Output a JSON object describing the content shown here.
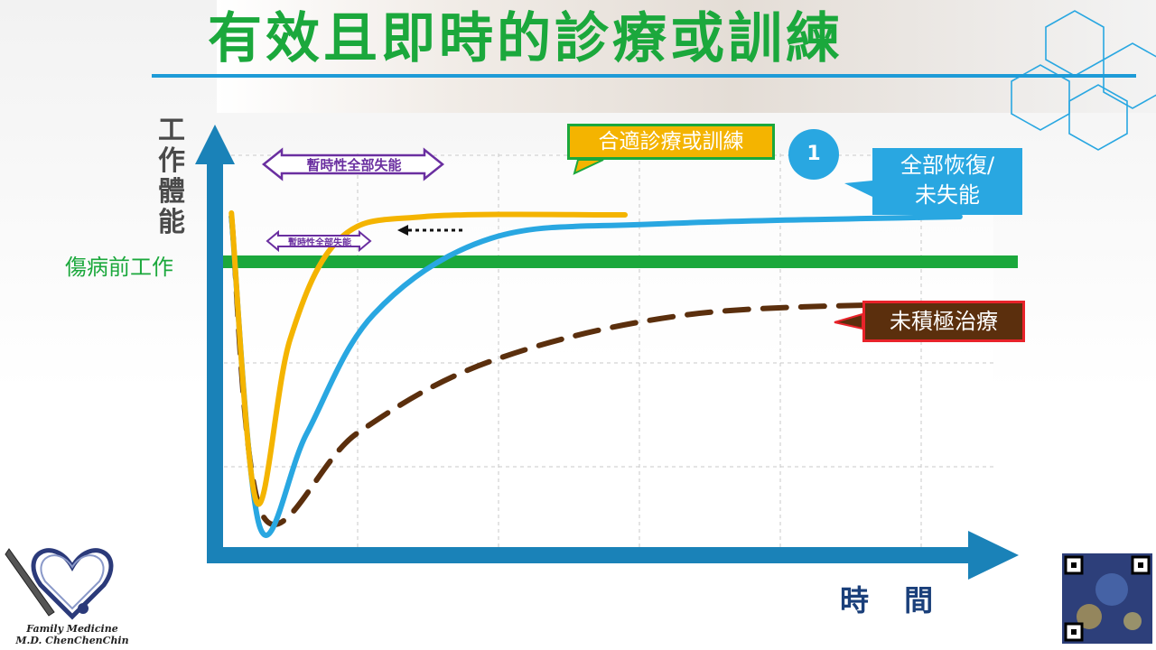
{
  "slide": {
    "title": "有效且即時的診療或訓練",
    "colors": {
      "title": "#1ba83c",
      "rule": "#1e9bd7",
      "axis": "#1a82b8"
    }
  },
  "chart_data": {
    "type": "line",
    "ylabel": "工作體能",
    "xlabel": "時 間",
    "grid": true,
    "baseline": {
      "label": "傷病前工作",
      "color": "#1ba83c"
    },
    "series": [
      {
        "name": "合適診療或訓練",
        "color": "#f4b400",
        "style": "solid",
        "points": [
          [
            0.5,
            9.1
          ],
          [
            2,
            1.1
          ],
          [
            4,
            5.6
          ],
          [
            7,
            8.4
          ],
          [
            12,
            9.0
          ],
          [
            24,
            9.05
          ]
        ]
      },
      {
        "name": "全部恢復/未失能",
        "color": "#29a7e1",
        "style": "solid",
        "points": [
          [
            0.5,
            9.0
          ],
          [
            2.2,
            0.4
          ],
          [
            5,
            3.0
          ],
          [
            9,
            6.3
          ],
          [
            16,
            8.4
          ],
          [
            26,
            8.8
          ],
          [
            44,
            9.0
          ]
        ]
      },
      {
        "name": "未積極治療",
        "color": "#5b2f0d",
        "style": "dashed",
        "points": [
          [
            0.5,
            9.0
          ],
          [
            2.4,
            0.7
          ],
          [
            8,
            3.0
          ],
          [
            16,
            5.0
          ],
          [
            28,
            6.3
          ],
          [
            44,
            6.6
          ]
        ]
      }
    ],
    "annotations": {
      "badge": "1",
      "temp_disability_long": "暫時性全部失能",
      "temp_disability_short": "暫時性全部失能"
    }
  },
  "branding": {
    "logo_line1": "Family Medicine",
    "logo_line2": "M.D. ChenChenChin"
  }
}
